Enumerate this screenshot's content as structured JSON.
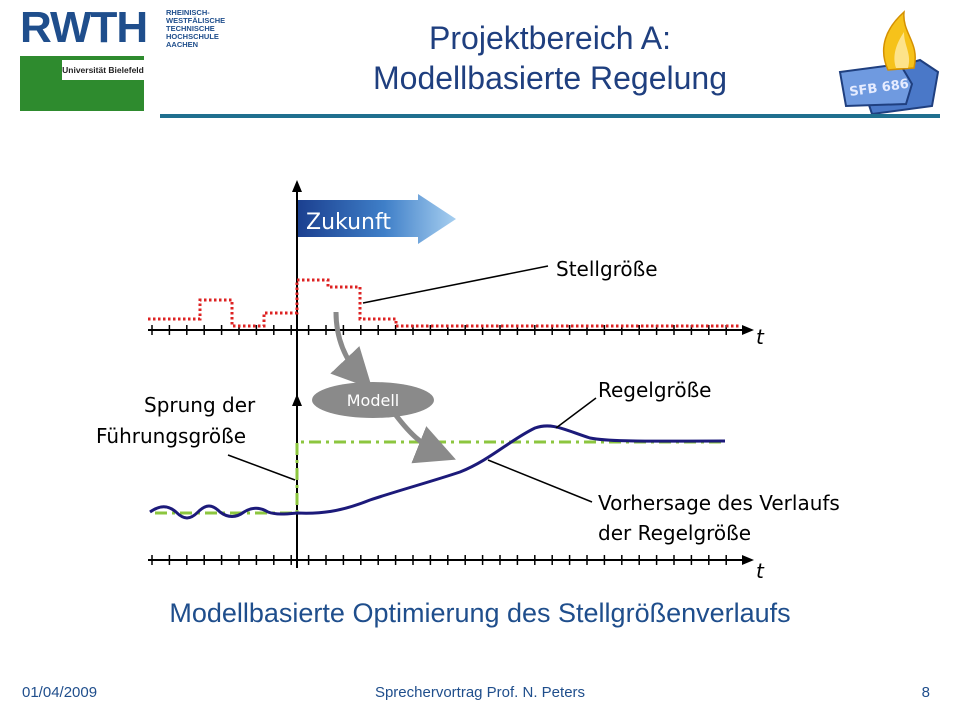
{
  "header": {
    "rwth_wordmark": "RWTH",
    "rwth_lines": [
      "RHEINISCH-",
      "WESTFÄLISCHE",
      "TECHNISCHE",
      "HOCHSCHULE",
      "AACHEN"
    ],
    "bielefeld_label": "Universität Bielefeld",
    "title_line1": "Projektbereich A:",
    "title_line2": "Modellbasierte Regelung",
    "sfb_label": "SFB 686"
  },
  "diagram": {
    "future_arrow_label": "Zukunft",
    "stellgroesse_label": "Stellgröße",
    "axis_label_top": "t",
    "axis_label_bottom": "t",
    "model_label": "Modell",
    "sprung_line1": "Sprung der",
    "sprung_line2": "Führungsgröße",
    "regelgroesse_label": "Regelgröße",
    "vorhersage_line1": "Vorhersage des Verlaufs",
    "vorhersage_line2": "der Regelgröße"
  },
  "caption": "Modellbasierte Optimierung des Stellgrößenverlaufs",
  "footer": {
    "date": "01/04/2009",
    "presenter": "Sprechervortrag Prof. N. Peters",
    "page": "8"
  },
  "colors": {
    "title": "#1f3f7f",
    "accent_blue": "#1f4e8c",
    "stellgroesse": "#dd2222",
    "regelgroesse": "#1c1a7a",
    "fuehrung": "#8cc63f",
    "model": "#8a8a8a"
  }
}
